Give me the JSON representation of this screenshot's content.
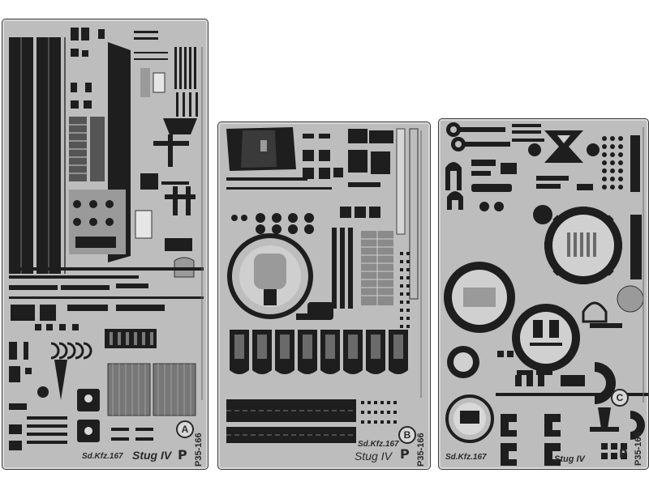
{
  "frets": [
    {
      "id": "A",
      "title": "Stug IV",
      "subtitle": "Sd.Kfz.167",
      "code": "P35-166",
      "logo": "P"
    },
    {
      "id": "B",
      "title": "Stug IV",
      "subtitle": "Sd.Kfz.167",
      "code": "P35-166",
      "logo": "P"
    },
    {
      "id": "C",
      "title": "Stug IV",
      "subtitle": "Sd.Kfz.167",
      "code": "P35-166",
      "logo": "P"
    }
  ],
  "colors": {
    "fret": "#bdbdbd",
    "etch_dark": "#1e1e1e",
    "etch_mid": "#7a7a7a",
    "etch_light": "#e6e6e6"
  }
}
